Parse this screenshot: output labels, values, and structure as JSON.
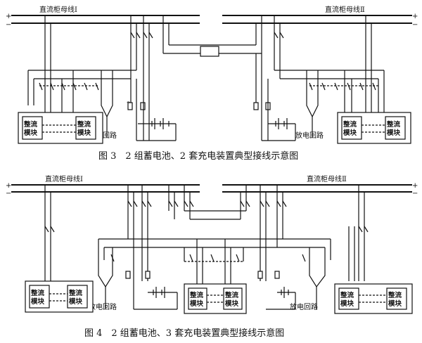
{
  "fig3": {
    "bus_left": "直流柜母线Ⅰ",
    "bus_right": "直流柜母线Ⅱ",
    "plus": "+",
    "minus": "−",
    "module_a": [
      "整流",
      "模块"
    ],
    "module_b": [
      "整流",
      "模块"
    ],
    "discharge_left": "放电回路",
    "discharge_right": "放电回路",
    "caption": "图 3　2 组蓄电池、2 套充电装置典型接线示意图"
  },
  "fig4": {
    "bus_left": "直流柜母线Ⅰ",
    "bus_right": "直流柜母线Ⅱ",
    "plus": "+",
    "minus": "−",
    "module_a": [
      "整流",
      "模块"
    ],
    "module_b": [
      "整流",
      "模块"
    ],
    "discharge_left": "放电回路",
    "discharge_right": "放电回路",
    "caption": "图 4　2 组蓄电池、3 套充电装置典型接线示意图"
  }
}
